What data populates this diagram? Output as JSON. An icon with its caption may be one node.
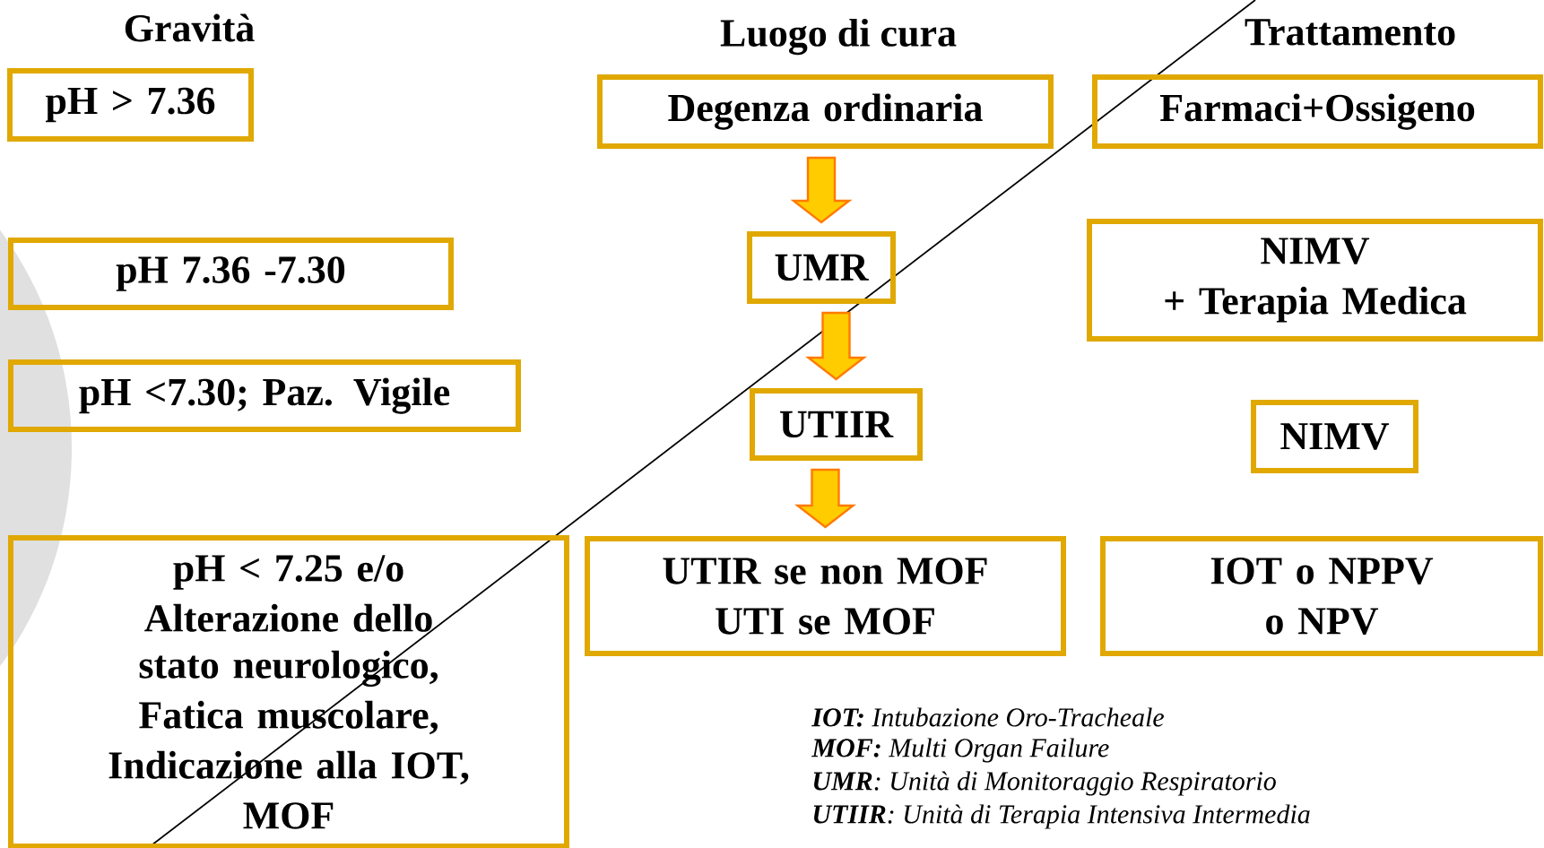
{
  "diagram": {
    "nodes": [
      {
        "text": [
          "pH > 7.36"
        ]
      },
      {
        "text": [
          "pH 7.36 -7.30"
        ]
      },
      {
        "text": [
          "pH <7.30; Paz. Vigile"
        ]
      },
      {
        "text": [
          "pH < 7.25 e/o",
          "Alterazione dello stato neurologico,",
          "Fatica muscolare,",
          "Indicazione alla IOT,",
          "MOF"
        ]
      },
      {
        "text": [
          "Degenza ordinaria"
        ]
      },
      {
        "text": [
          "UMR"
        ]
      },
      {
        "text": [
          "UTIIR"
        ]
      },
      {
        "text": [
          "UTIR se non MOF",
          "UTI se MOF"
        ]
      },
      {
        "text": [
          "Farmaci+Ossigeno"
        ]
      },
      {
        "text": [
          "NIMV",
          "+ Terapia Medica"
        ]
      },
      {
        "text": [
          "NIMV"
        ]
      },
      {
        "text": [
          "IOT o NPPV",
          "o NPV"
        ]
      }
    ],
    "edges": [
      {
        "from": 4,
        "to": 5,
        "arrow": "to"
      },
      {
        "from": 5,
        "to": 6,
        "arrow": "to"
      },
      {
        "from": 6,
        "to": 7,
        "arrow": "to"
      }
    ],
    "labels": [
      "Gravità",
      "Luogo di cura",
      "Trattamento",
      "**IOT:** Intubazione Oro-Tracheale",
      "**MOF:** Multi Organ Failure",
      "**UMR**:  Unità di Monitoraggio Respiratorio",
      "**UTIIR**: Unità di Terapia Intensiva Intermedia"
    ]
  }
}
